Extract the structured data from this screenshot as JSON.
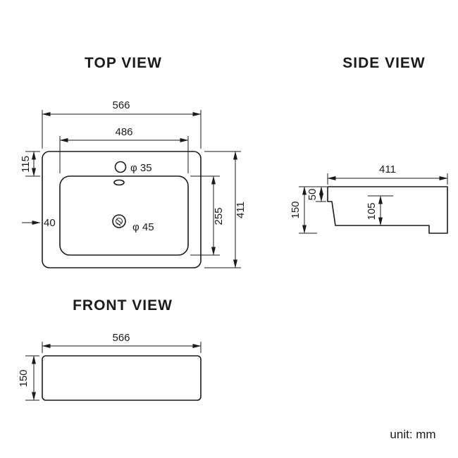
{
  "sheet": {
    "unit_label": "unit: mm"
  },
  "views": {
    "top": {
      "title": "TOP VIEW",
      "dims": {
        "outer_width": "566",
        "inner_width": "486",
        "back_rim_depth": "115",
        "outer_depth": "411",
        "bowl_depth": "255",
        "side_rim_width": "40",
        "faucet_hole_dia": "φ 35",
        "drain_dia": "φ 45"
      }
    },
    "side": {
      "title": "SIDE VIEW",
      "dims": {
        "depth": "411",
        "rim_height": "50",
        "total_height": "150",
        "bowl_inner_depth": "105"
      }
    },
    "front": {
      "title": "FRONT VIEW",
      "dims": {
        "width": "566",
        "height": "150"
      }
    }
  }
}
